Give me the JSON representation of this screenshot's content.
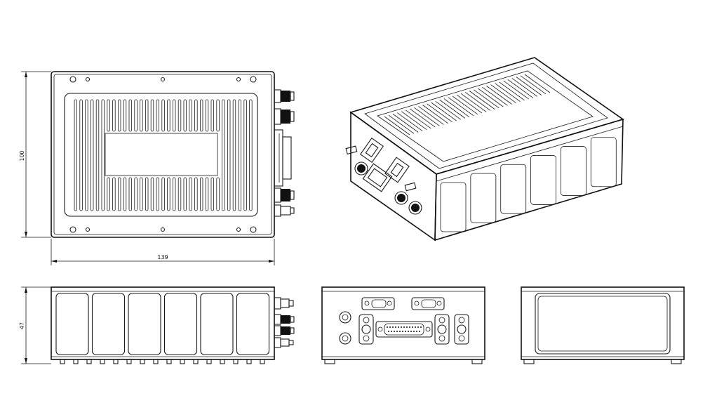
{
  "dimensions": {
    "height": "100",
    "width": "139",
    "depth": "47"
  }
}
